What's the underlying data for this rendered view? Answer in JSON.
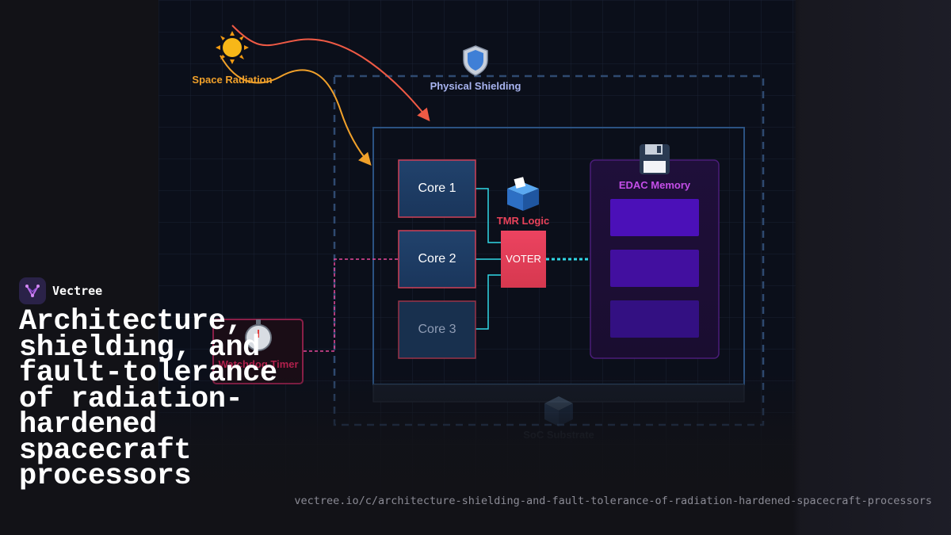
{
  "diagram": {
    "labels": {
      "radiation": "Space Radiation",
      "shielding": "Physical Shielding",
      "tmr": "TMR Logic",
      "voter": "VOTER",
      "edac": "EDAC Memory",
      "watchdog": "Watchdog Timer",
      "soc": "SoC Substrate"
    },
    "cores": [
      "Core 1",
      "Core 2",
      "Core 3"
    ],
    "icons": {
      "radiation": "sun-icon",
      "shielding": "shield-icon",
      "tmr": "ballot-box-icon",
      "edac": "floppy-disk-icon",
      "watchdog": "stopwatch-icon",
      "soc": "cube-icon"
    },
    "colors": {
      "background": "#0b0f1a",
      "radiation_arrow_1": "#ef5a45",
      "radiation_arrow_2": "#f0a02a",
      "shield_text": "#a8b4f0",
      "tmr_text": "#e8425a",
      "core_fill": "#1e3d66",
      "core_border": "#d04058",
      "voter_fill": "#e63f5c",
      "edac_text": "#c44ee8",
      "edac_block": "#5012b8",
      "link": "#31d8e6",
      "watchdog_link": "#e8489a"
    }
  },
  "brand": {
    "name": "Vectree",
    "logo_color": "#2a2248"
  },
  "headline": "Architecture, shielding, and fault-tolerance of radiation-hardened spacecraft processors",
  "url": "vectree.io/c/architecture-shielding-and-fault-tolerance-of-radiation-hardened-spacecraft-processors"
}
